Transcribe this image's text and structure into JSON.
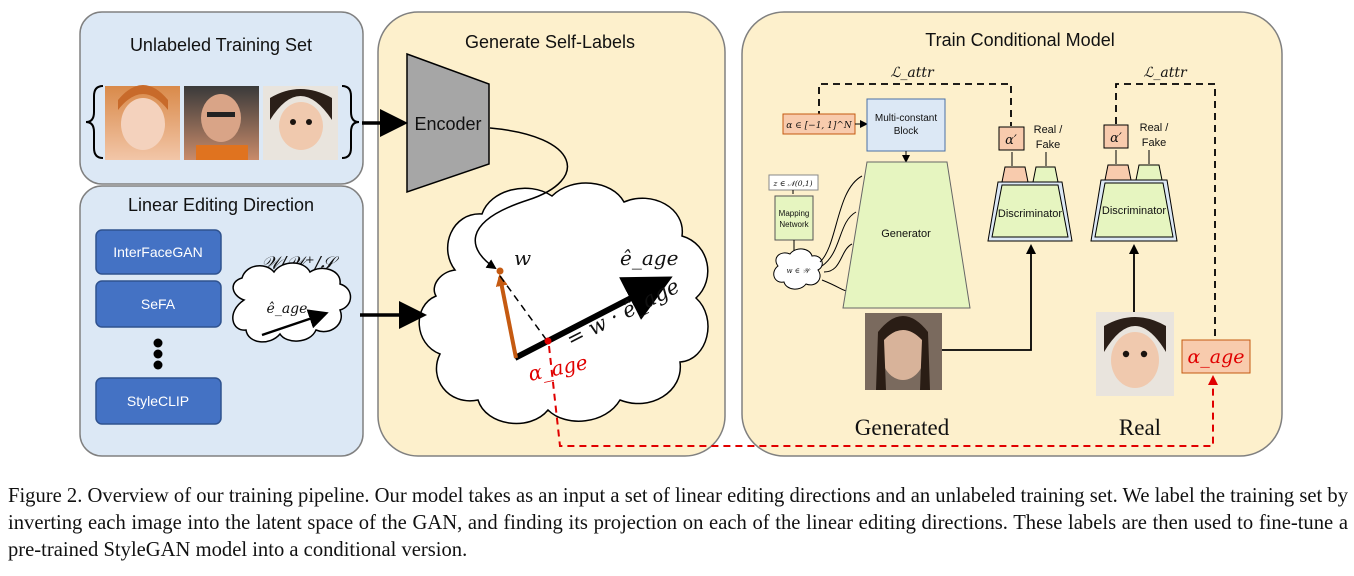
{
  "panels": {
    "unlabeled": {
      "title": "Unlabeled Training Set"
    },
    "linear": {
      "title": "Linear Editing Direction",
      "methods": [
        "InterFaceGAN",
        "SeFA",
        "StyleCLIP"
      ],
      "ellipsis": "⋮",
      "space_label": "𝒲/𝒲⁺/𝒮",
      "direction_label": "ê_age"
    },
    "selflabels": {
      "title": "Generate Self-Labels",
      "encoder": "Encoder",
      "w_label": "w",
      "e_label": "ê_age",
      "projection_label": "= w · ê_age",
      "alpha_label": "α_age"
    },
    "conditional": {
      "title": "Train Conditional Model",
      "loss_left": "ℒ_attr",
      "loss_right": "ℒ_attr",
      "alpha_input": "α ∈ [−1, 1]^N",
      "multi_constant": [
        "Multi-constant",
        "Block"
      ],
      "z_label": "z ∈ 𝒩(0,1)",
      "mapping": [
        "Mapping",
        "Network"
      ],
      "w_space": "w ∈ 𝒲",
      "generator": "Generator",
      "alpha_prime_left": "α′",
      "alpha_prime_right": "α′",
      "real_fake_left": [
        "Real /",
        "Fake"
      ],
      "real_fake_right": [
        "Real /",
        "Fake"
      ],
      "discriminator_left": "Discriminator",
      "discriminator_right": "Discriminator",
      "generated_label": "Generated",
      "real_label": "Real",
      "alpha_age_box": "α_age"
    }
  },
  "colors": {
    "panel_blue": "#dce8f5",
    "panel_yellow": "#fdf0cc",
    "method_blue": "#4472c4",
    "green": "#e6f5c0",
    "salmon": "#f8cbad",
    "arrow_brown": "#c55a11",
    "dashed_red": "#e00000"
  },
  "caption": "Figure 2.  Overview of our training pipeline.  Our model takes as an input a set of linear editing directions and an unlabeled training set. We label the training set by inverting each image into the latent space of the GAN, and finding its projection on each of the linear editing directions. These labels are then used to fine-tune a pre-trained StyleGAN model into a conditional version."
}
